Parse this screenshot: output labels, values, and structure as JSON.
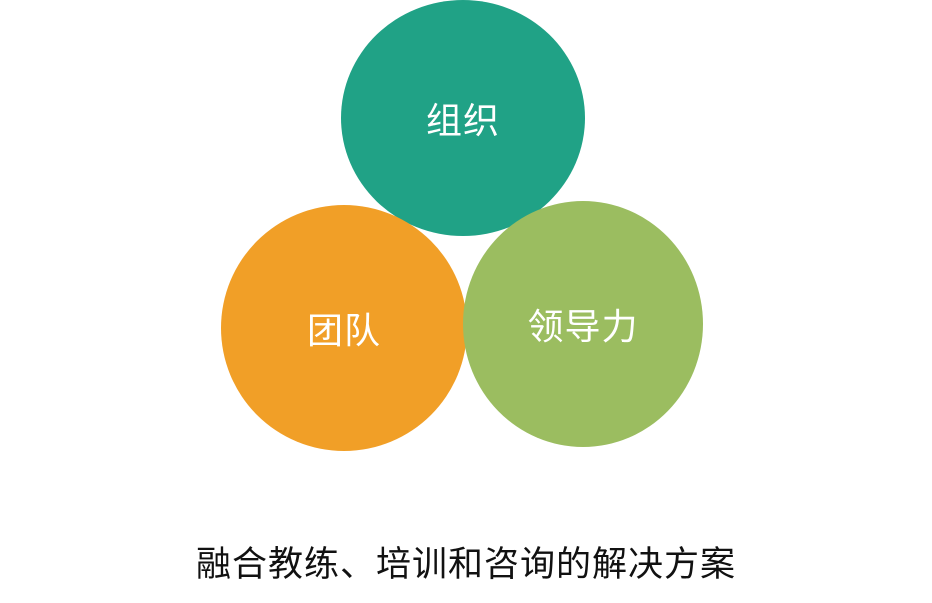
{
  "circles": {
    "organization": {
      "label": "组织",
      "color": "#20a286"
    },
    "team": {
      "label": "团队",
      "color": "#f19f27"
    },
    "leadership": {
      "label": "领导力",
      "color": "#9bbd60"
    }
  },
  "caption": "融合教练、培训和咨询的解决方案"
}
